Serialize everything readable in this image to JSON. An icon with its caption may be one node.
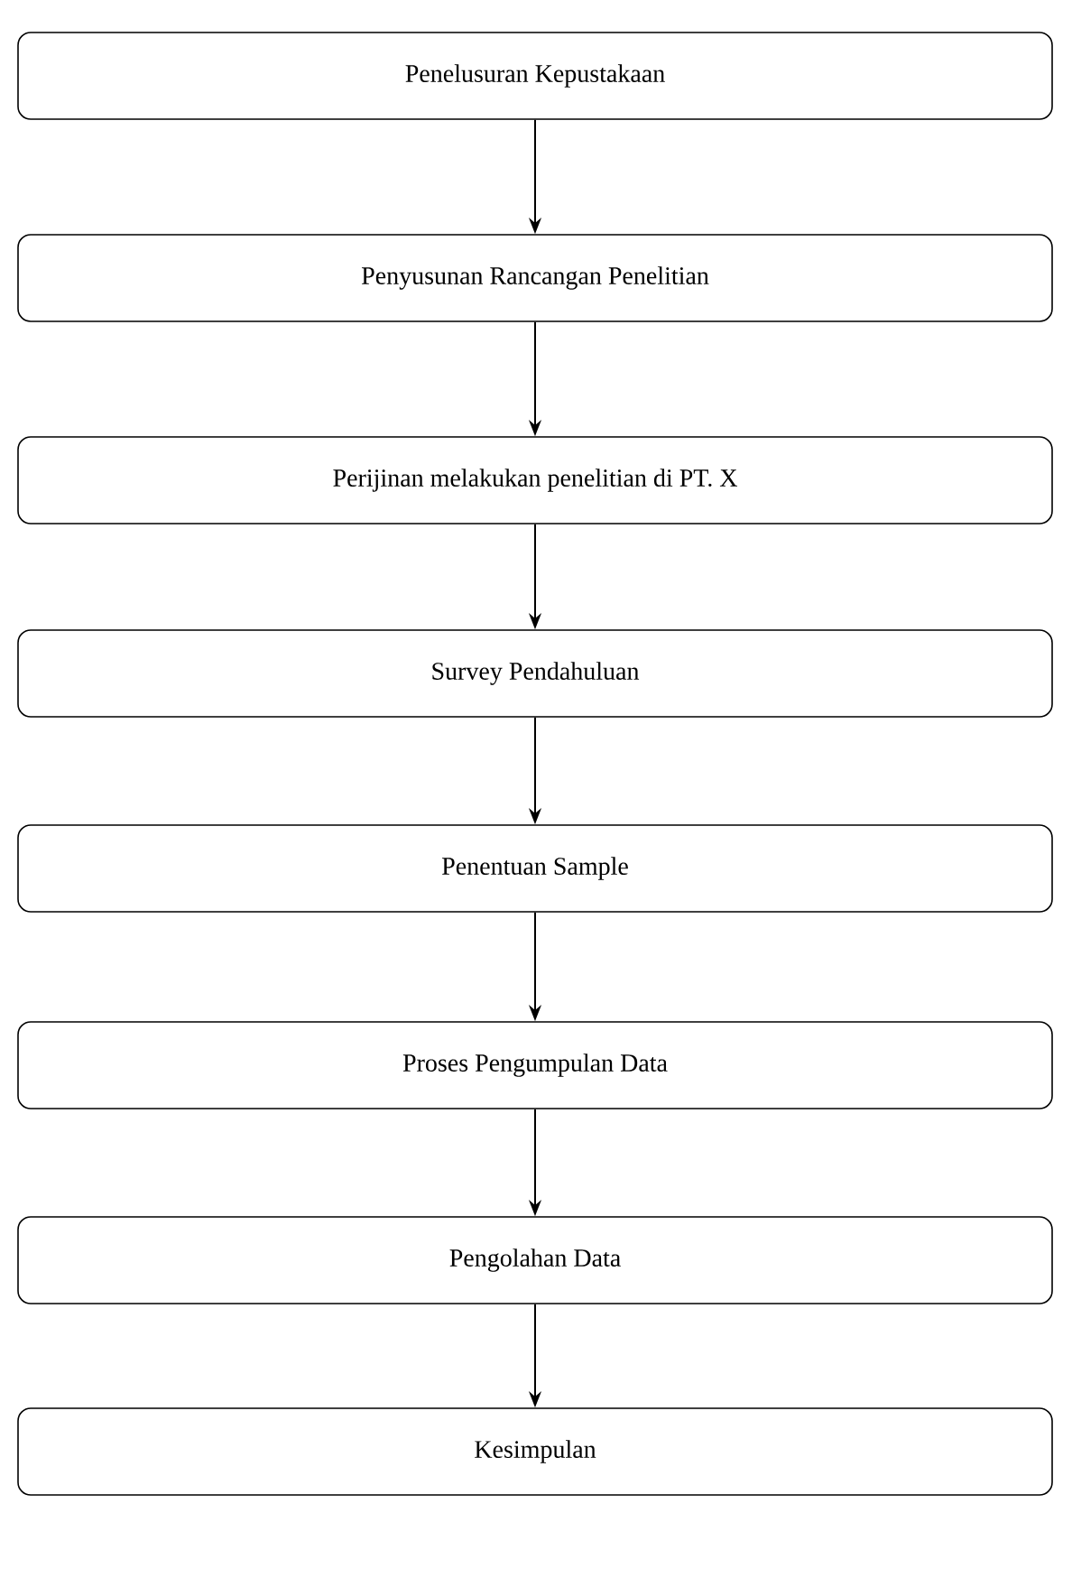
{
  "diagram": {
    "nodes": [
      {
        "text": [
          "Penelusuran Kepustakaan"
        ]
      },
      {
        "text": [
          "Penyusunan Rancangan Penelitian"
        ]
      },
      {
        "text": [
          "Perijinan melakukan penelitian di  PT. X"
        ]
      },
      {
        "text": [
          "Survey Pendahuluan"
        ]
      },
      {
        "text": [
          "Penentuan Sample"
        ]
      },
      {
        "text": [
          "Proses Pengumpulan Data"
        ]
      },
      {
        "text": [
          "Pengolahan Data"
        ]
      },
      {
        "text": [
          "Kesimpulan"
        ]
      }
    ],
    "edges": [
      {
        "from": 0,
        "to": 1,
        "arrow": "to"
      },
      {
        "from": 1,
        "to": 2,
        "arrow": "to"
      },
      {
        "from": 2,
        "to": 3,
        "arrow": "to"
      },
      {
        "from": 3,
        "to": 4,
        "arrow": "to"
      },
      {
        "from": 4,
        "to": 5,
        "arrow": "to"
      },
      {
        "from": 5,
        "to": 6,
        "arrow": "to"
      },
      {
        "from": 6,
        "to": 7,
        "arrow": "to"
      }
    ]
  }
}
